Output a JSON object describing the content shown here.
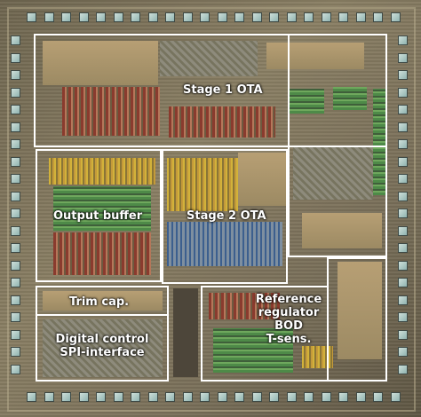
{
  "blocks": {
    "stage1": {
      "label": "Stage 1 OTA"
    },
    "output_buffer": {
      "label": "Output buffer"
    },
    "stage2": {
      "label": "Stage 2 OTA"
    },
    "trim_cap": {
      "label": "Trim cap."
    },
    "digital": {
      "line1": "Digital control",
      "line2": "SPI-interface"
    },
    "reference": {
      "line1": "Reference",
      "line2": "regulator",
      "line3": "BOD",
      "line4": "T-sens."
    }
  },
  "colors": {
    "outline": "#ffffff",
    "pad": "#a8c6c2",
    "metal_red": "#8a3b2e",
    "metal_green": "#4e8a48",
    "metal_yellow": "#d2b23a"
  }
}
